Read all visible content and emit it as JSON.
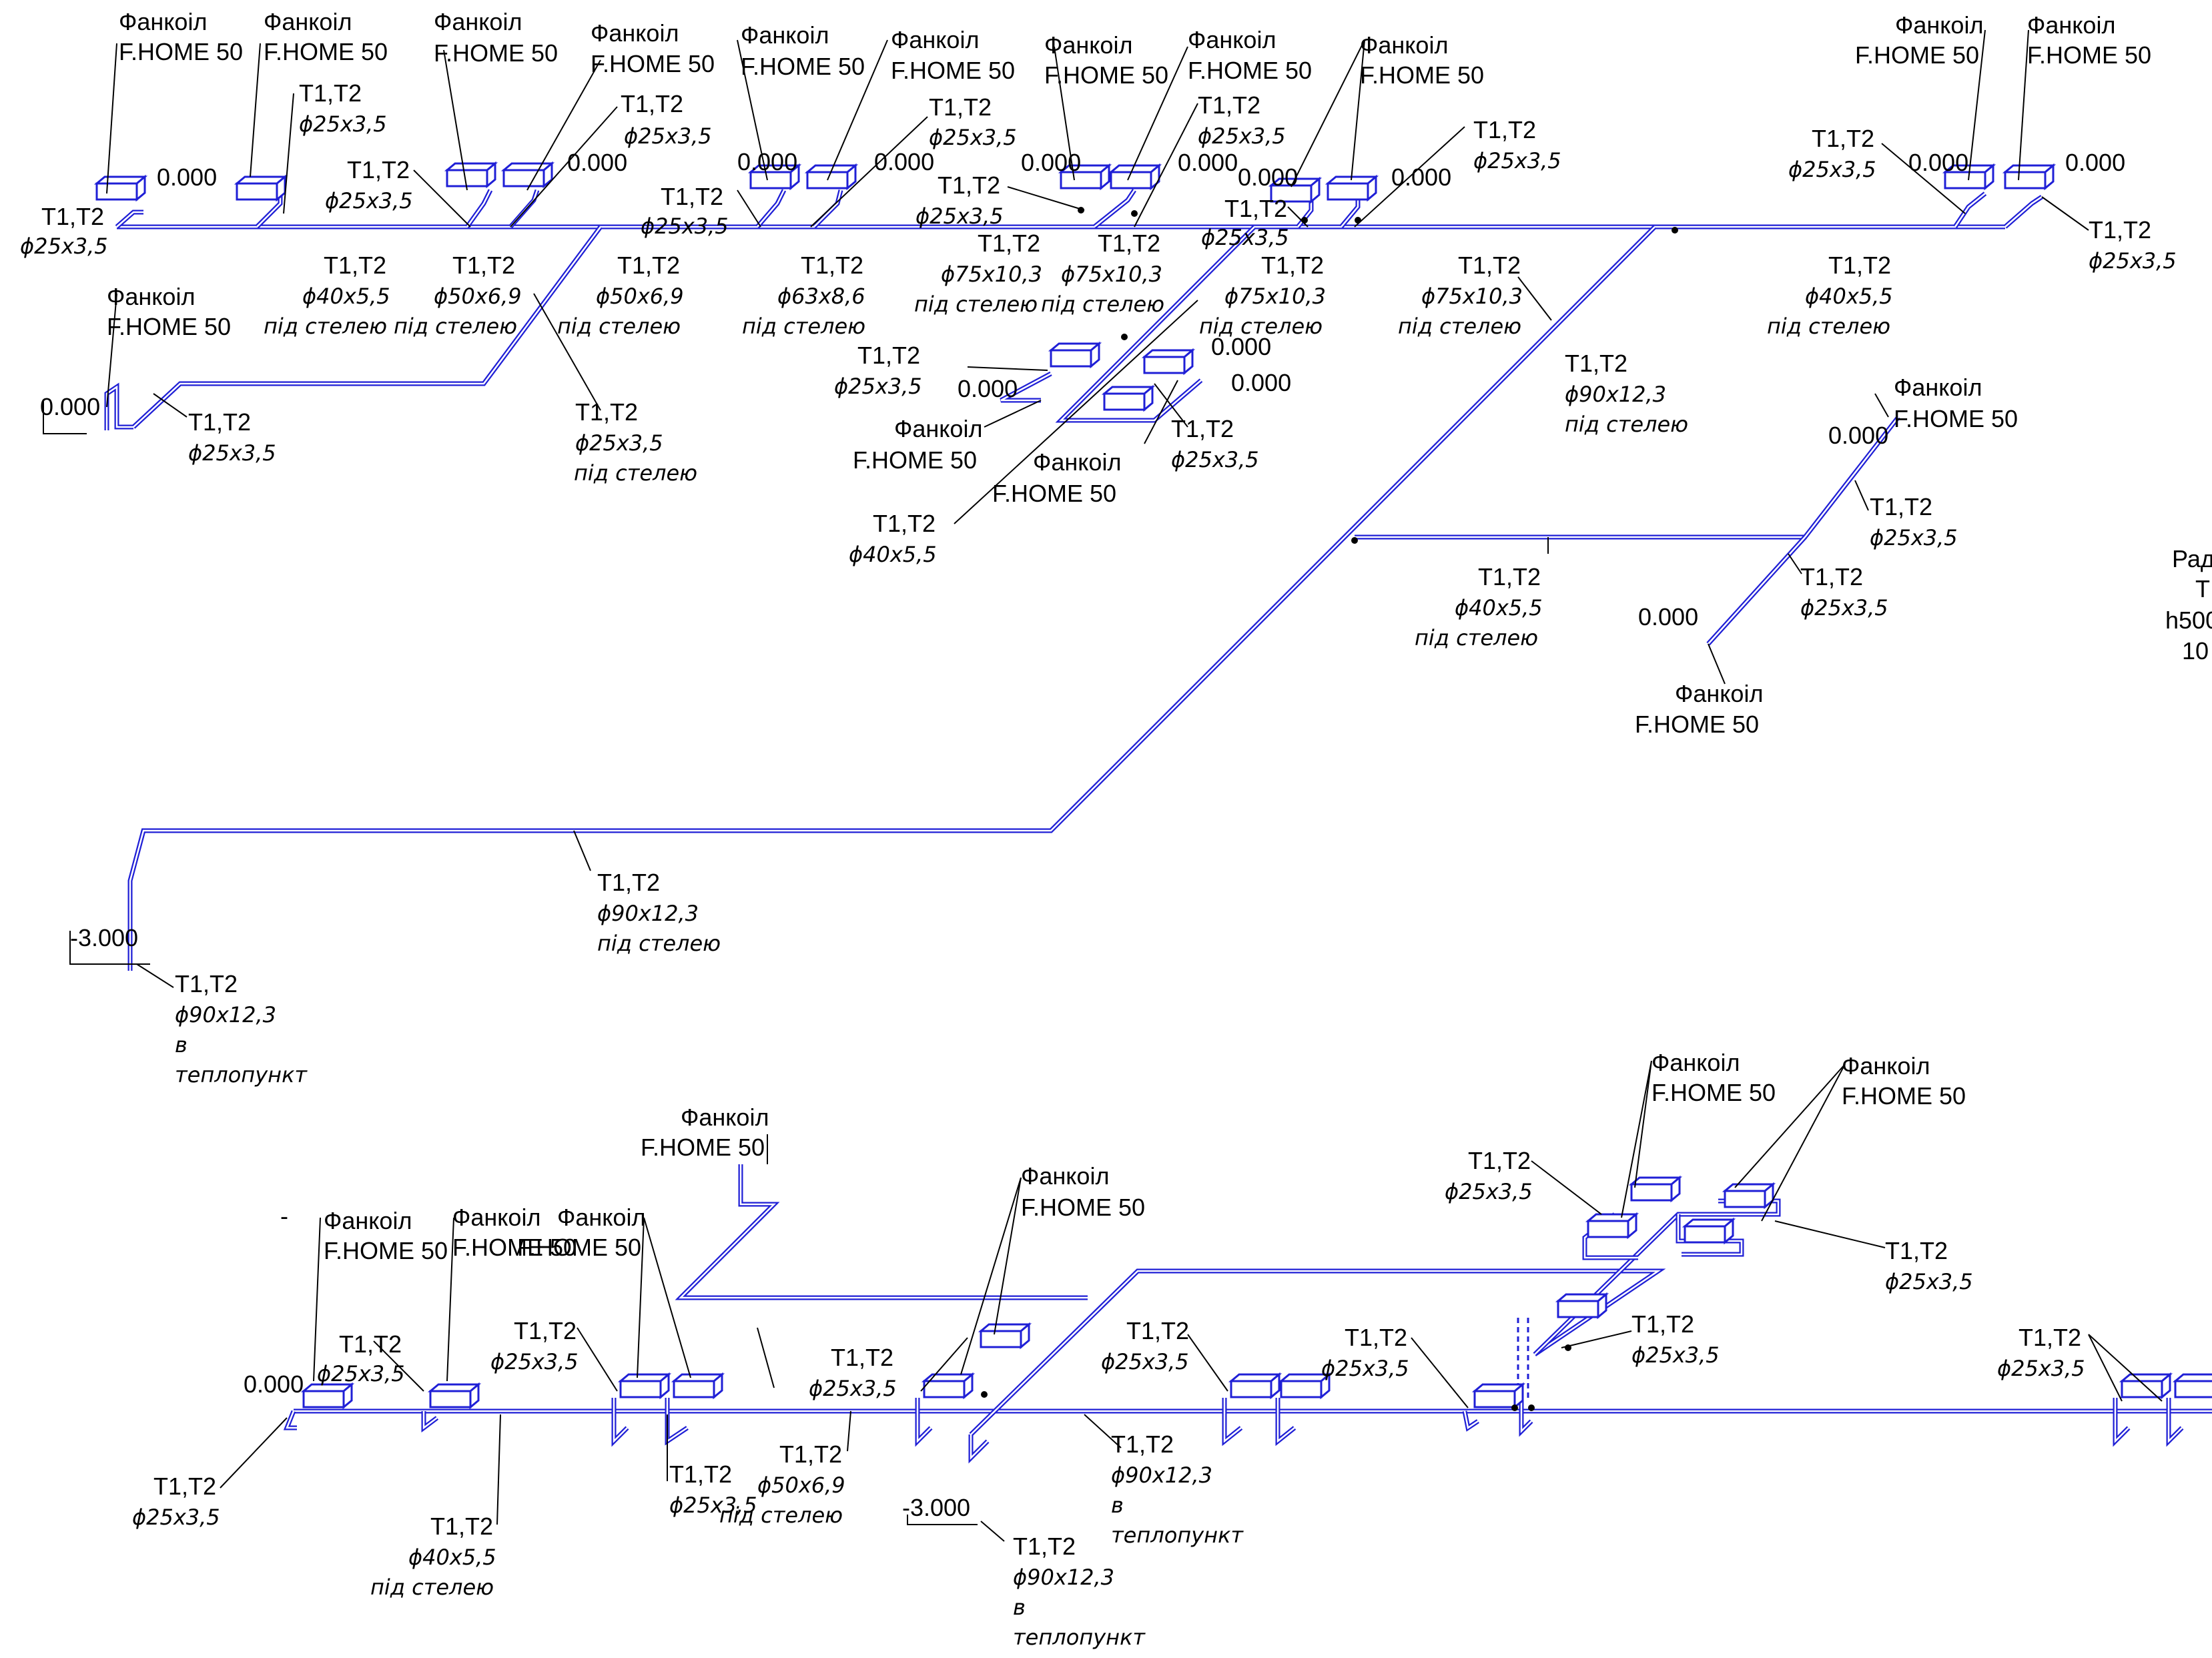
{
  "fancoil_name": "Фанкоіл",
  "fancoil_model": "F.HOME 50",
  "pipe_code": "T1,T2",
  "under_ceiling": "під стелею",
  "to_heat_point": "в",
  "to_heat_point_2": "теплопункт",
  "elev_zero": "0.000",
  "elev_minus3": "-3.000",
  "d25": "ϕ25x3,5",
  "d40": "ϕ40x5,5",
  "d50": "ϕ50x6,9",
  "d63": "ϕ63x8,6",
  "d75": "ϕ75x10,3",
  "d90": "ϕ90x12,3",
  "clipped_radiator": [
    "Рад",
    "Т",
    "h500",
    "10"
  ],
  "pipe_color": "#1f1fd6",
  "dash_mark": "-"
}
